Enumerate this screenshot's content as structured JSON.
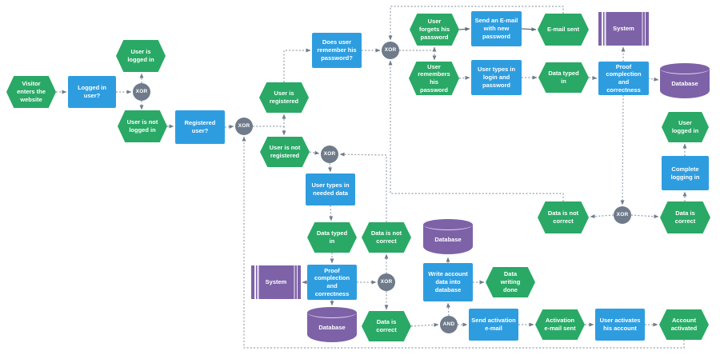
{
  "diagram_type": "EPC flowchart — login and registration processing",
  "colors": {
    "event_green": "#29a965",
    "function_blue": "#2e9de0",
    "resource_purple": "#7e62a8",
    "connector_gray": "#6f7b8a",
    "edge_dashed_gray": "#98a0ab",
    "edge_solid_gray": "#5f6b79",
    "background": "#ffffff"
  },
  "nodes": {
    "visitor_enters": {
      "type": "event",
      "label": "Visitor enters the website"
    },
    "logged_in_user_q": {
      "type": "function",
      "label": "Logged in user?"
    },
    "xor_login": {
      "type": "connector",
      "label": "XOR"
    },
    "user_logged_in": {
      "type": "event",
      "label": "User is logged in"
    },
    "user_not_logged_in": {
      "type": "event",
      "label": "User is not logged in"
    },
    "registered_user_q": {
      "type": "function",
      "label": "Registered user?"
    },
    "xor_registered": {
      "type": "connector",
      "label": "XOR"
    },
    "user_registered": {
      "type": "event",
      "label": "User is registered"
    },
    "user_not_registered": {
      "type": "event",
      "label": "User is not registered"
    },
    "remember_password_q": {
      "type": "function",
      "label": "Does user remember his password?"
    },
    "xor_password": {
      "type": "connector",
      "label": "XOR"
    },
    "user_forgets": {
      "type": "event",
      "label": "User forgets his password"
    },
    "user_remembers": {
      "type": "event",
      "label": "User remembers his password"
    },
    "send_email_new_pw": {
      "type": "function",
      "label": "Send an E-mail with new password"
    },
    "email_sent": {
      "type": "event",
      "label": "E-mail sent"
    },
    "types_login_pw": {
      "type": "function",
      "label": "User types in login and password"
    },
    "data_typed_in_top": {
      "type": "event",
      "label": "Data typed in"
    },
    "system_top": {
      "type": "org",
      "label": "System"
    },
    "proof_top": {
      "type": "function",
      "label": "Proof complection and correctness"
    },
    "database_top": {
      "type": "db",
      "label": "Database"
    },
    "xor_login_check": {
      "type": "connector",
      "label": "XOR"
    },
    "data_not_correct_r": {
      "type": "event",
      "label": "Data is not correct"
    },
    "data_correct_r": {
      "type": "event",
      "label": "Data is correct"
    },
    "complete_logging_in": {
      "type": "function",
      "label": "Complete logging in"
    },
    "user_logged_in_end": {
      "type": "event",
      "label": "User logged in"
    },
    "xor_reg_data": {
      "type": "connector",
      "label": "XOR"
    },
    "types_needed_data": {
      "type": "function",
      "label": "User types in needed data"
    },
    "data_typed_in_b": {
      "type": "event",
      "label": "Data typed in"
    },
    "data_not_correct_l": {
      "type": "event",
      "label": "Data is not correct"
    },
    "system_b": {
      "type": "org",
      "label": "System"
    },
    "proof_b": {
      "type": "function",
      "label": "Proof complection and correctness"
    },
    "xor_reg_check": {
      "type": "connector",
      "label": "XOR"
    },
    "database_b": {
      "type": "db",
      "label": "Database"
    },
    "data_correct_l": {
      "type": "event",
      "label": "Data is correct"
    },
    "database_m": {
      "type": "db",
      "label": "Database"
    },
    "write_account": {
      "type": "function",
      "label": "Write account data into database"
    },
    "data_writing_done": {
      "type": "event",
      "label": "Data writing done"
    },
    "and_activation": {
      "type": "connector",
      "label": "AND"
    },
    "send_activation": {
      "type": "function",
      "label": "Send activation e-mail"
    },
    "activation_sent": {
      "type": "event",
      "label": "Activation e-mail sent"
    },
    "user_activates": {
      "type": "function",
      "label": "User activates his account"
    },
    "account_activated": {
      "type": "event",
      "label": "Account activated"
    }
  }
}
